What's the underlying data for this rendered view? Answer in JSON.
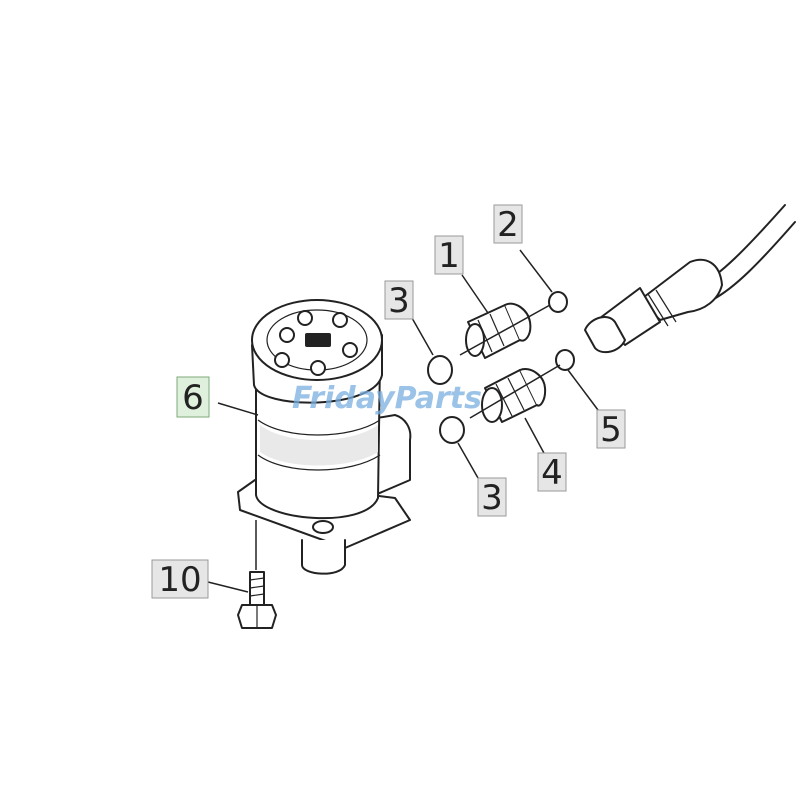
{
  "diagram": {
    "callouts": [
      {
        "id": "c1",
        "label": "1"
      },
      {
        "id": "c2",
        "label": "2"
      },
      {
        "id": "c3a",
        "label": "3"
      },
      {
        "id": "c3b",
        "label": "3"
      },
      {
        "id": "c4",
        "label": "4"
      },
      {
        "id": "c5",
        "label": "5"
      },
      {
        "id": "c6",
        "label": "6"
      },
      {
        "id": "c10",
        "label": "10"
      }
    ],
    "watermark": "FridayParts"
  }
}
